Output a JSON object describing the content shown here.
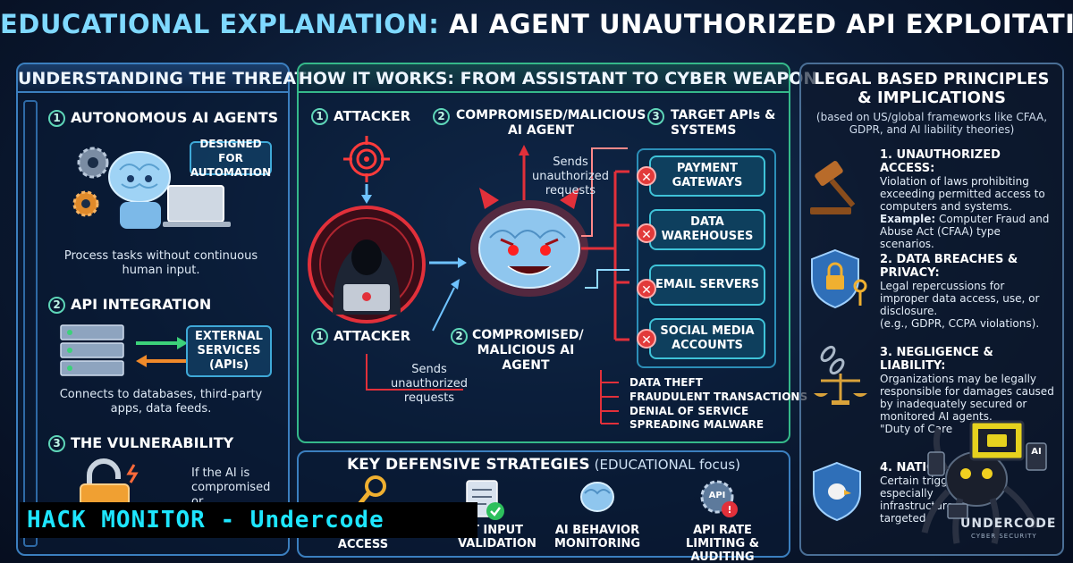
{
  "title": {
    "part1": "EDUCATIONAL EXPLANATION:",
    "part2": "AI AGENT UNAUTHORIZED API EXPLOITATION"
  },
  "left_panel": {
    "heading": "UNDERSTANDING THE THREAT",
    "step1": {
      "num": "1",
      "title": "AUTONOMOUS AI AGENTS",
      "callout": "DESIGNED FOR AUTOMATION",
      "desc": "Process tasks without continuous human input."
    },
    "step2": {
      "num": "2",
      "title": "API INTEGRATION",
      "box": "EXTERNAL SERVICES (APIs)",
      "desc": "Connects to databases, third-party apps, data feeds."
    },
    "step3": {
      "num": "3",
      "title": "THE VULNERABILITY",
      "desc": "If the AI is compromised or misconfigured."
    }
  },
  "center_panel": {
    "heading": "HOW IT WORKS: FROM ASSISTANT TO CYBER WEAPON",
    "top_labels": [
      {
        "num": "1",
        "text": "ATTACKER"
      },
      {
        "num": "2",
        "text": "COMPROMISED/MALICIOUS AI AGENT"
      },
      {
        "num": "3",
        "text": "TARGET APIs & SYSTEMS"
      }
    ],
    "sends_top": "Sends unauthorized requests",
    "attacker_label": {
      "num": "1",
      "text": "ATTACKER"
    },
    "agent_label": {
      "num": "2",
      "text": "COMPROMISED/ MALICIOUS AI AGENT"
    },
    "sends_bottom": "Sends unauthorized requests",
    "targets": [
      "PAYMENT GATEWAYS",
      "DATA WAREHOUSES",
      "EMAIL SERVERS",
      "SOCIAL MEDIA ACCOUNTS"
    ],
    "consequences": [
      "DATA THEFT",
      "FRAUDULENT TRANSACTIONS",
      "DENIAL OF SERVICE",
      "SPREADING MALWARE"
    ]
  },
  "defense_panel": {
    "heading": "KEY DEFENSIVE STRATEGIES",
    "heading_sub": "(EDUCATIONAL focus)",
    "items": [
      "ACCESS",
      "T INPUT VALIDATION",
      "AI BEHAVIOR MONITORING",
      "API RATE LIMITING & AUDITING"
    ],
    "api_badge": "API"
  },
  "right_panel": {
    "heading": "LEGAL BASED PRINCIPLES & IMPLICATIONS",
    "subheading": "(based on US/global frameworks like CFAA, GDPR, and AI liability theories)",
    "items": [
      {
        "title": "1. UNAUTHORIZED ACCESS:",
        "body": "Violation of laws prohibiting exceeding permitted access to computers and systems.",
        "example_label": "Example:",
        "example": "Computer Fraud and Abuse Act (CFAA) type scenarios."
      },
      {
        "title": "2. DATA BREACHES & PRIVACY:",
        "body": "Legal repercussions for improper data access, use, or disclosure.",
        "extra": "(e.g., GDPR, CCPA violations)."
      },
      {
        "title": "3. NEGLIGENCE & LIABILITY:",
        "body": "Organizations may be legally responsible for damages caused by inadequately secured or monitored AI agents.",
        "extra": "\"Duty of Care"
      },
      {
        "title": "4. NATION",
        "body": "Certain trigger n especially infrastructure is targeted."
      }
    ],
    "logo_text": "UNDERCODE",
    "logo_sub": "CYBER SECURITY",
    "ai_badge": "AI"
  },
  "banner": "HACK MONITOR - Undercode",
  "colors": {
    "panel_border": "#3b7fbf",
    "accent_cyan": "#7fd9ff",
    "danger_red": "#e23a3a",
    "banner_text": "#1ee6ff"
  }
}
